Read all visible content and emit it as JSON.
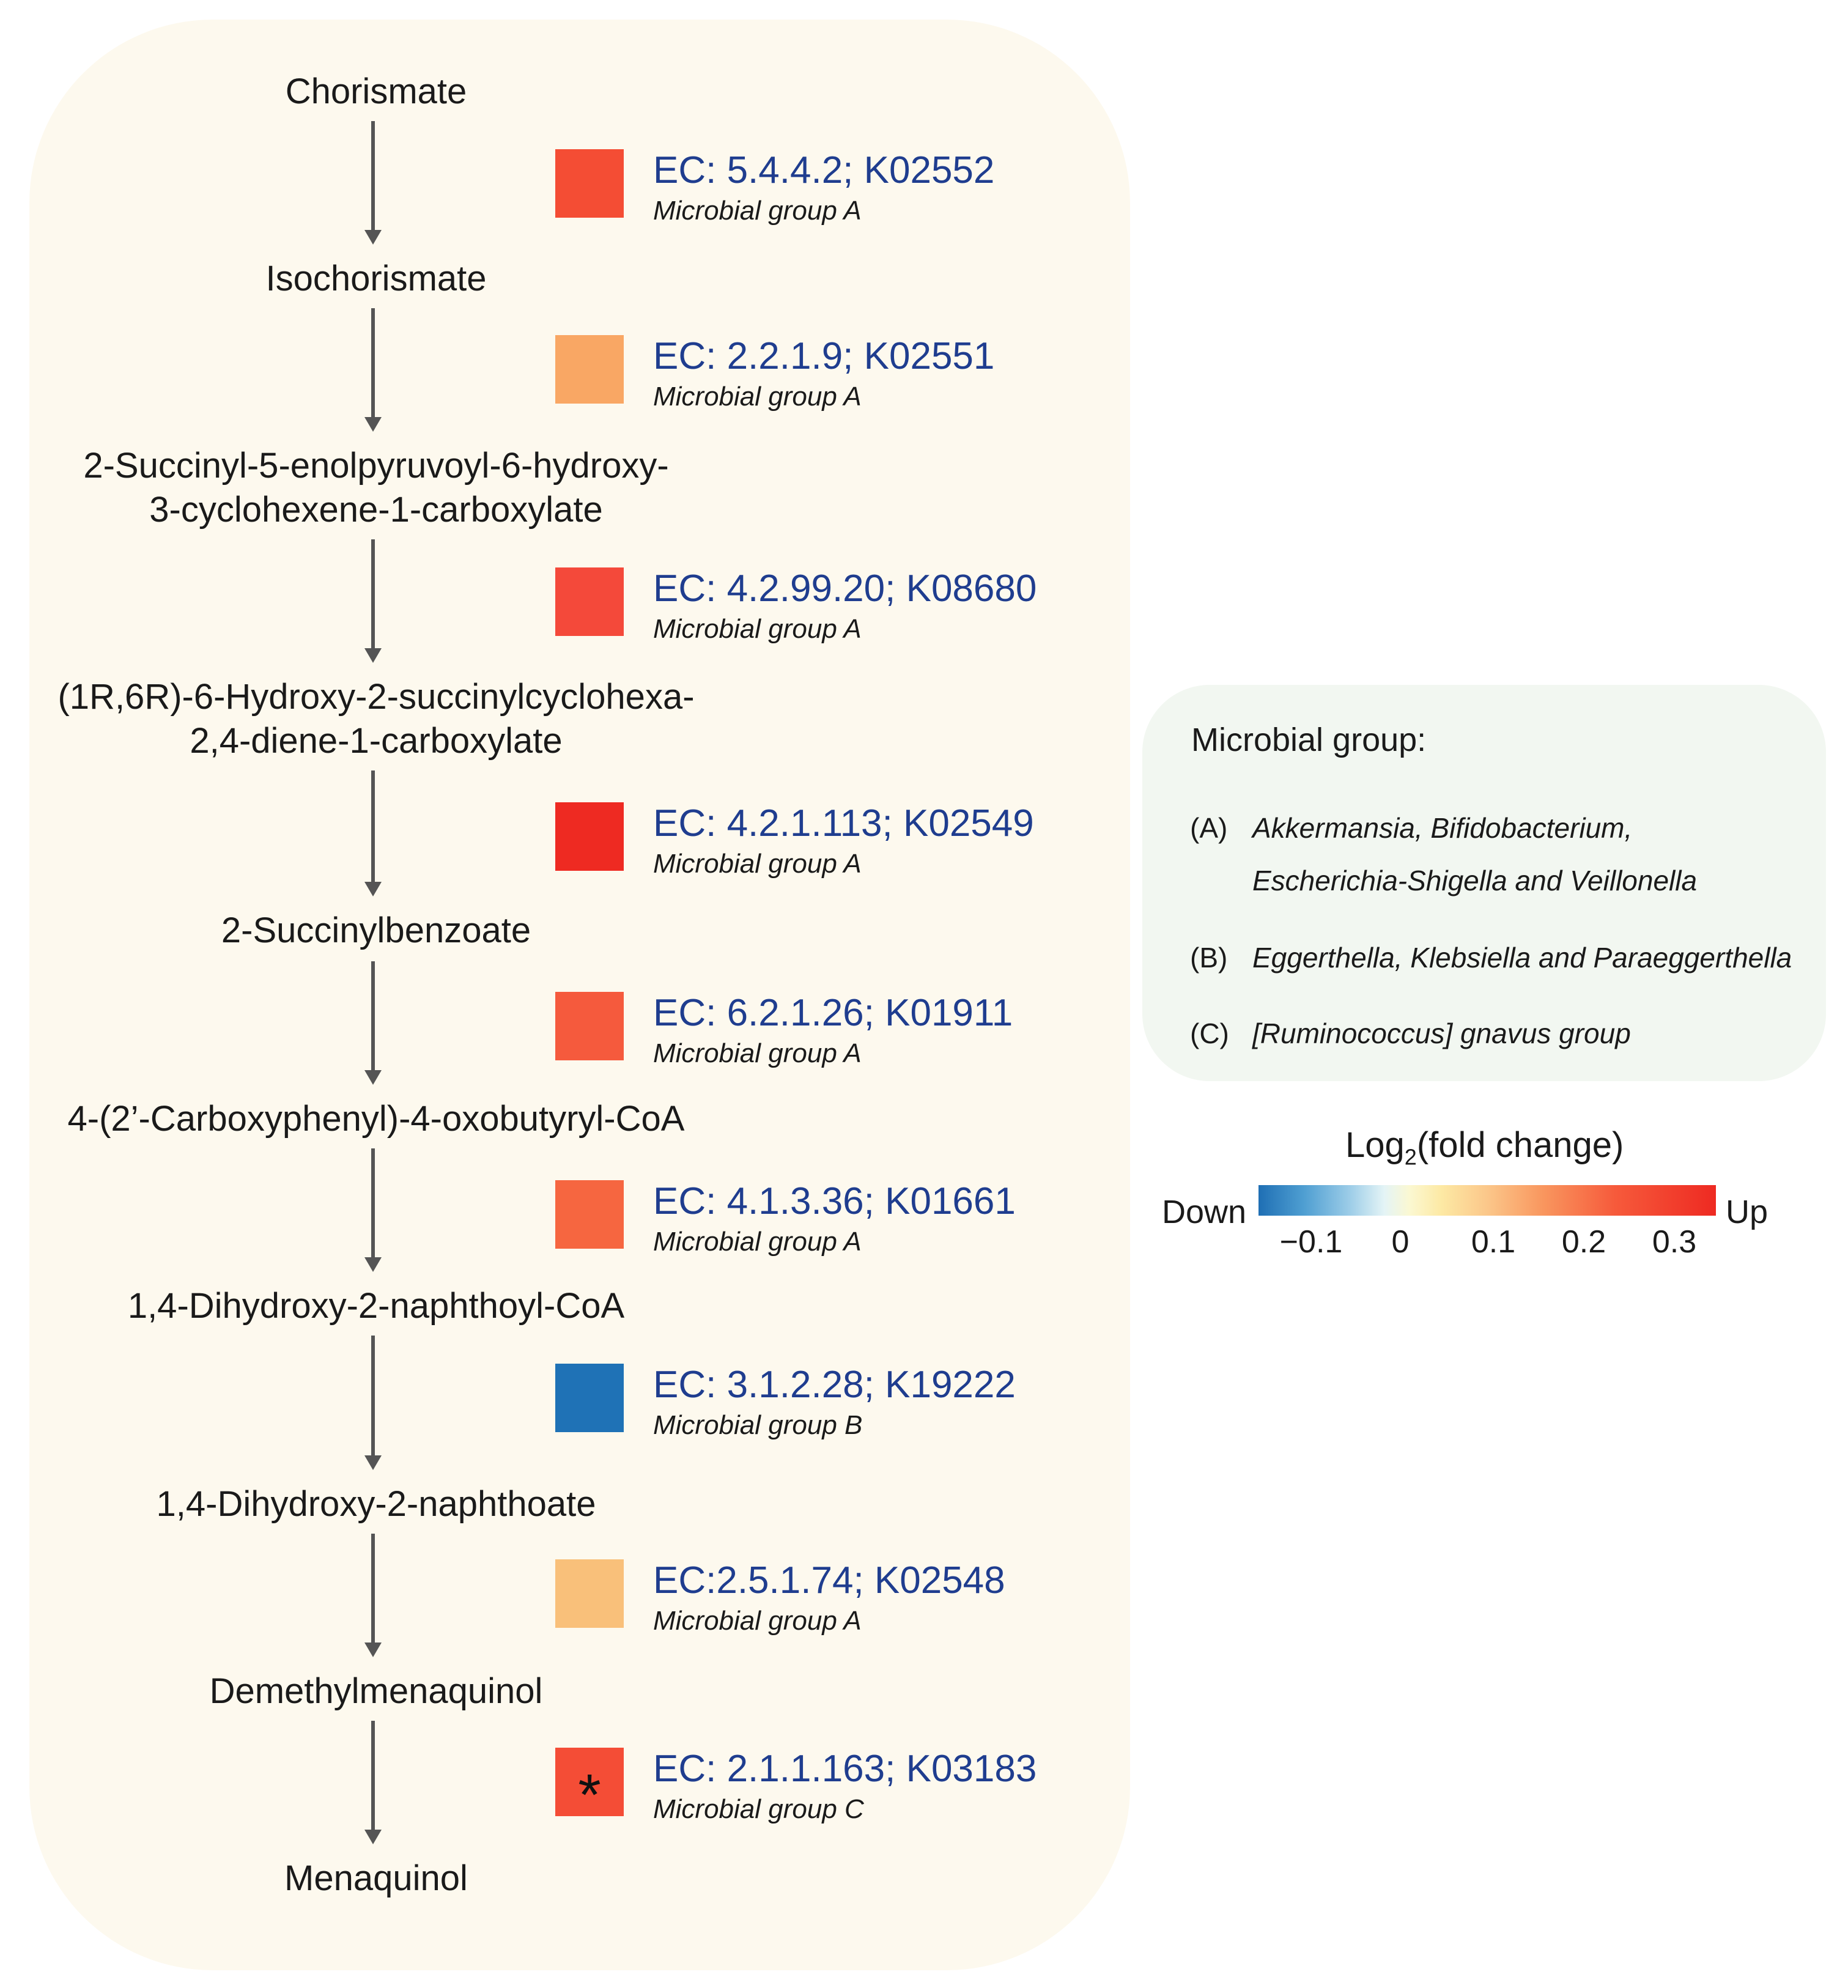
{
  "metabolites": [
    "Chorismate",
    "Isochorismate",
    "2-Succinyl-5-enolpyruvoyl-6-hydroxy-",
    "3-cyclohexene-1-carboxylate",
    "(1R,6R)-6-Hydroxy-2-succinylcyclohexa-",
    "2,4-diene-1-carboxylate",
    "2-Succinylbenzoate",
    "4-(2’-Carboxyphenyl)-4-oxobutyryl-CoA",
    "1,4-Dihydroxy-2-naphthoyl-CoA",
    "1,4-Dihydroxy-2-naphthoate",
    "Demethylmenaquinol",
    "Menaquinol"
  ],
  "enzymes": [
    {
      "ec": "EC: 5.4.4.2; K02552",
      "group": "Microbial group A",
      "color": "#f44d34"
    },
    {
      "ec": "EC: 2.2.1.9; K02551",
      "group": "Microbial group A",
      "color": "#f9a764"
    },
    {
      "ec": "EC: 4.2.99.20; K08680",
      "group": "Microbial group A",
      "color": "#f4493a"
    },
    {
      "ec": "EC: 4.2.1.113; K02549",
      "group": "Microbial group A",
      "color": "#ee2a22"
    },
    {
      "ec": "EC: 6.2.1.26; K01911",
      "group": "Microbial group A",
      "color": "#f55a3d"
    },
    {
      "ec": "EC: 4.1.3.36; K01661",
      "group": "Microbial group A",
      "color": "#f66640"
    },
    {
      "ec": "EC: 3.1.2.28; K19222",
      "group": "Microbial group B",
      "color": "#1f72b6"
    },
    {
      "ec": "EC:2.5.1.74; K02548",
      "group": "Microbial group A",
      "color": "#f9c07a"
    },
    {
      "ec": "EC: 2.1.1.163; K03183",
      "group": "Microbial group C",
      "color": "#f44d36",
      "significance": "*"
    }
  ],
  "microbial_groups": {
    "title": "Microbial group:",
    "groups": [
      {
        "code": "(A)",
        "lines": [
          "Akkermansia, Bifidobacterium,",
          "Escherichia-Shigella and Veillonella"
        ]
      },
      {
        "code": "(B)",
        "lines": [
          "Eggerthella, Klebsiella and Paraeggerthella"
        ]
      },
      {
        "code": "(C)",
        "lines": [
          "[Ruminococcus] gnavus group"
        ]
      }
    ]
  },
  "legend": {
    "title_prefix": "Log",
    "title_sub": "2",
    "title_suffix": "(fold change)",
    "low_label": "Down",
    "high_label": "Up",
    "ticks": [
      "−0.1",
      "0",
      "0.1",
      "0.2",
      "0.3"
    ],
    "range": [
      -0.15,
      0.35
    ],
    "colors": {
      "low": "#1f6fb4",
      "mid": "#fbf8d2",
      "high": "#ee2a22"
    }
  },
  "colors": {
    "arrow": "#555555",
    "ec_text": "#1f3d8f",
    "pathway_bg": "#fdf9ee",
    "group_bg": "#f2f7f1"
  }
}
